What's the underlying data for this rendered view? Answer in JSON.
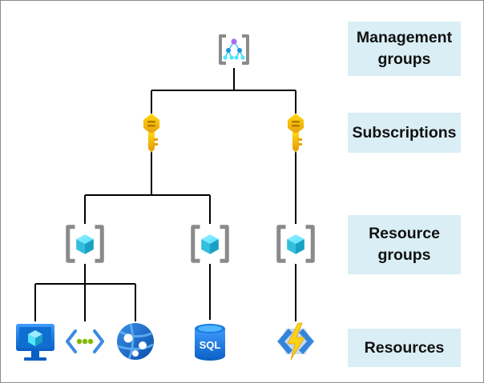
{
  "levels": [
    {
      "id": "management",
      "label": "Management groups"
    },
    {
      "id": "subscriptions",
      "label": "Subscriptions"
    },
    {
      "id": "resource_groups",
      "label": "Resource groups"
    },
    {
      "id": "resources",
      "label": "Resources"
    }
  ],
  "icons": {
    "management_group": "management-group-icon",
    "subscription": "key-icon",
    "resource_group": "resource-group-icon",
    "virtual_machine": "virtual-machine-icon",
    "virtual_network": "virtual-network-icon",
    "app_service": "app-service-icon",
    "sql_database": "sql-database-icon",
    "function_app": "function-app-icon"
  },
  "sql_label": "SQL",
  "colors": {
    "label_bg": "#d9eef5",
    "key_gold": "#f8c21a",
    "cube_cyan": "#50e6ff",
    "azure_blue": "#0078d4",
    "connector": "#000000"
  }
}
